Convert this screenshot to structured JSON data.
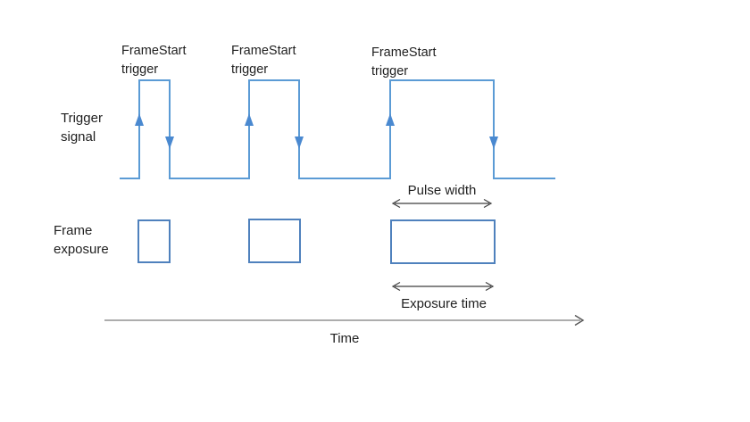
{
  "diagram": {
    "trigger_labels": [
      {
        "text": "FrameStart\ntrigger"
      },
      {
        "text": "FrameStart\ntrigger"
      },
      {
        "text": "FrameStart\ntrigger"
      }
    ],
    "row_labels": {
      "trigger_signal": "Trigger\nsignal",
      "frame_exposure": "Frame\nexposure"
    },
    "annotations": {
      "pulse_width": "Pulse width",
      "exposure_time": "Exposure time",
      "time_axis": "Time"
    },
    "colors": {
      "trigger_line": "#5B9BD5",
      "trigger_arrow": "#4A89D0",
      "exposure_box_border": "#4F81BD",
      "dimension_arrow": "#3F3F3F",
      "time_axis_line": "#929292",
      "time_axis_head": "#555555"
    }
  }
}
